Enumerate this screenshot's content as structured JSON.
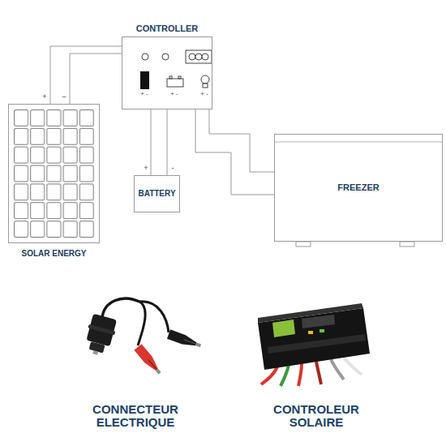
{
  "diagram": {
    "nodes": [
      {
        "text": [
          "CONTROLLER"
        ]
      },
      {
        "text": [
          "SOLAR ENERGY"
        ]
      },
      {
        "text": [
          "BATTERY"
        ]
      },
      {
        "text": [
          "FREEZER"
        ]
      }
    ],
    "edges": [
      {
        "from": 1,
        "to": 0,
        "arrow": "none"
      },
      {
        "from": 0,
        "to": 2,
        "arrow": "none"
      },
      {
        "from": 0,
        "to": 3,
        "arrow": "none"
      }
    ],
    "labels": [
      "+ -",
      "+ -",
      "+ -",
      "+",
      "–",
      "+",
      "-",
      "CONNECTEUR ELECTRIQUE",
      "CONTROLEUR SOLAIRE"
    ]
  }
}
